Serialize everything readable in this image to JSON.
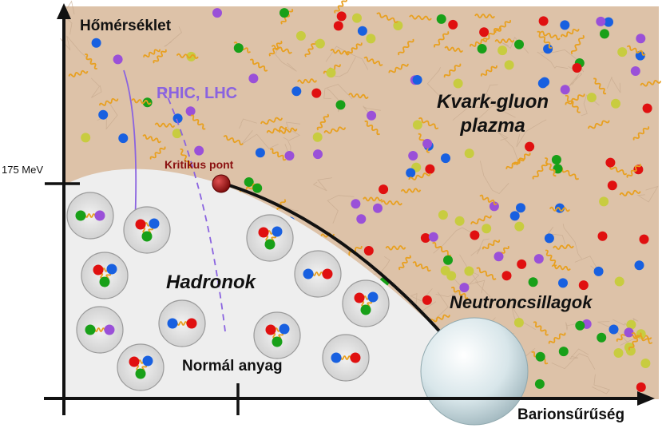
{
  "axes": {
    "y_title": "Hőmérséklet",
    "x_title": "Barionsűrűség",
    "y_tick_label": "175 MeV"
  },
  "regions": {
    "qgp_line1": "Kvark-gluon",
    "qgp_line2": "plazma",
    "hadrons": "Hadronok",
    "normal_matter": "Normál anyag",
    "neutron_stars": "Neutroncsillagok"
  },
  "annotations": {
    "critical_point": "Kritikus pont",
    "experiments": "RHIC, LHC"
  },
  "colors": {
    "plasma_background": "#ddc2a8",
    "hadron_region": "#eeeeee",
    "critical_point": "#a01818",
    "experiment_arrow": "#8a63e0",
    "quark_red": "#e01010",
    "quark_green": "#18a018",
    "quark_blue": "#1860e0",
    "quark_purple": "#9a50d8",
    "quark_yellow": "#c8cc40",
    "gluon": "#e8a020"
  },
  "icons": [
    "quark-dot",
    "gluon-wave",
    "hadron-bubble",
    "neutron-star-sphere",
    "critical-point-marker"
  ]
}
